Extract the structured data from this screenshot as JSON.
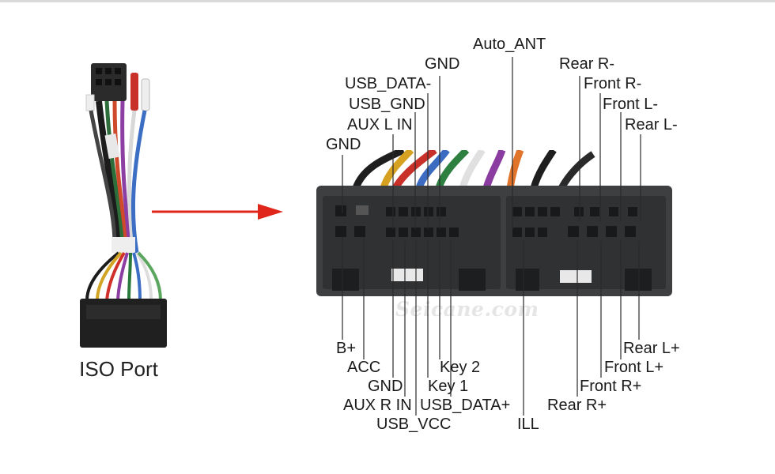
{
  "diagram": {
    "iso_port_label": "ISO Port",
    "watermark": "Seicane.com",
    "top_labels": {
      "auto_ant": "Auto_ANT",
      "gnd_top": "GND",
      "usb_data_minus": "USB_DATA-",
      "usb_gnd": "USB_GND",
      "aux_l_in": "AUX L IN",
      "gnd_left": "GND",
      "rear_r_minus": "Rear R-",
      "front_r_minus": "Front R-",
      "front_l_minus": "Front L-",
      "rear_l_minus": "Rear L-"
    },
    "bottom_labels": {
      "b_plus": "B+",
      "acc": "ACC",
      "gnd_bottom": "GND",
      "aux_r_in": "AUX R IN",
      "usb_vcc": "USB_VCC",
      "key_2": "Key 2",
      "key_1": "Key 1",
      "usb_data_plus": "USB_DATA+",
      "ill": "ILL",
      "rear_l_plus": "Rear L+",
      "front_l_plus": "Front L+",
      "front_r_plus": "Front R+",
      "rear_r_plus": "Rear R+"
    },
    "colors": {
      "arrow": "#e0251b",
      "connector_body": "#3d3f41",
      "label_text": "#1a1a1a"
    }
  }
}
